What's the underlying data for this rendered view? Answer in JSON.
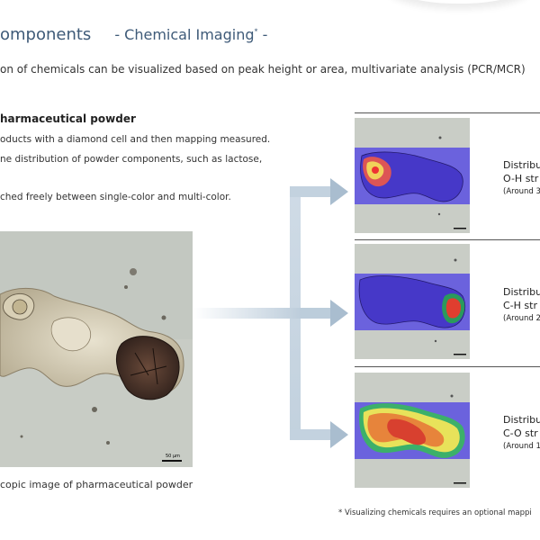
{
  "header": {
    "title": "omponents",
    "subtitle": "- Chemical Imaging",
    "subtitle_mark": "*",
    "subtitle_end": " -"
  },
  "intro": "on of chemicals can be visualized based on peak height or area, multivariate analysis (PCR/MCR)",
  "section": {
    "heading": "harmaceutical powder",
    "lines": [
      "oducts with a diamond cell and then mapping measured.",
      "ne distribution of powder components, such as lactose,",
      "ched freely between single-color and multi-color."
    ]
  },
  "photo": {
    "caption": "copic image of pharmaceutical powder",
    "scale_label": "50 μm"
  },
  "maps": [
    {
      "title": "Distribu",
      "band": "O-H str",
      "range": "(Around 3"
    },
    {
      "title": "Distribu",
      "band": "C-H str",
      "range": "(Around 2"
    },
    {
      "title": "Distribu",
      "band": "C-O str",
      "range": "(Around 1"
    }
  ],
  "footnote": "* Visualizing chemicals requires an optional mappi",
  "colors": {
    "title": "#3e5a78",
    "arrow": "#c9d6e2",
    "map_overlay": "#4b3fd8"
  }
}
